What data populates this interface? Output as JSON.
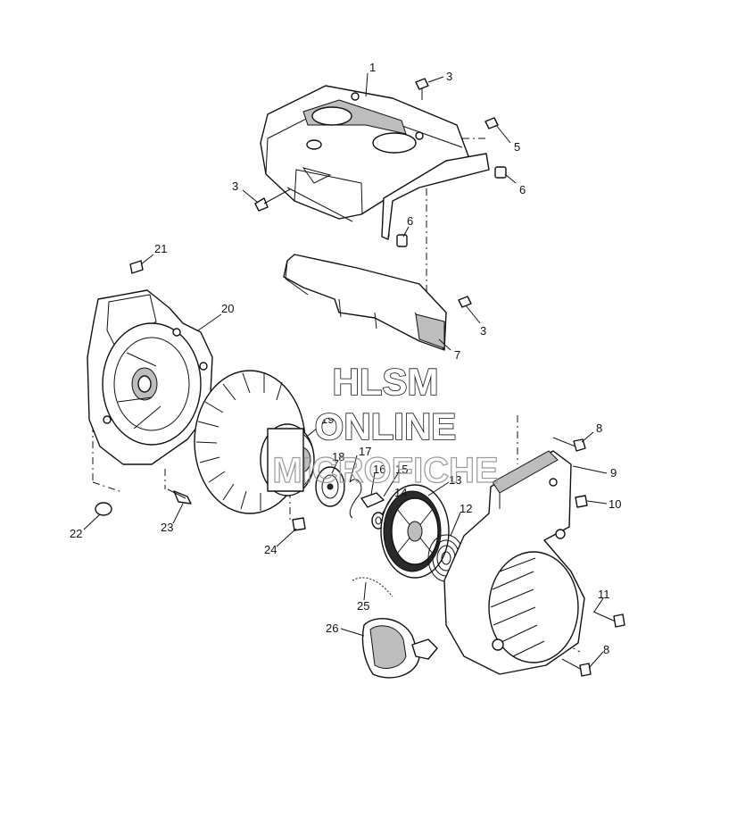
{
  "callouts": [
    {
      "id": "c1",
      "label": "1"
    },
    {
      "id": "c3a",
      "label": "3"
    },
    {
      "id": "c5",
      "label": "5"
    },
    {
      "id": "c6a",
      "label": "6"
    },
    {
      "id": "c3b",
      "label": "3"
    },
    {
      "id": "c6b",
      "label": "6"
    },
    {
      "id": "c3c",
      "label": "3"
    },
    {
      "id": "c7",
      "label": "7"
    },
    {
      "id": "c21",
      "label": "21"
    },
    {
      "id": "c20",
      "label": "20"
    },
    {
      "id": "c19",
      "label": "19"
    },
    {
      "id": "c17",
      "label": "17"
    },
    {
      "id": "c18",
      "label": "18"
    },
    {
      "id": "c16",
      "label": "16"
    },
    {
      "id": "c15",
      "label": "15"
    },
    {
      "id": "c14",
      "label": "14"
    },
    {
      "id": "c13",
      "label": "13"
    },
    {
      "id": "c12",
      "label": "12"
    },
    {
      "id": "c8a",
      "label": "8"
    },
    {
      "id": "c9",
      "label": "9"
    },
    {
      "id": "c10",
      "label": "10"
    },
    {
      "id": "c11",
      "label": "11"
    },
    {
      "id": "c8b",
      "label": "8"
    },
    {
      "id": "c22",
      "label": "22"
    },
    {
      "id": "c23",
      "label": "23"
    },
    {
      "id": "c24",
      "label": "24"
    },
    {
      "id": "c25",
      "label": "25"
    },
    {
      "id": "c26",
      "label": "26"
    }
  ],
  "watermark": {
    "line1": "HLSM",
    "line2": "ONLINE",
    "line3": "MICROFICHE"
  }
}
